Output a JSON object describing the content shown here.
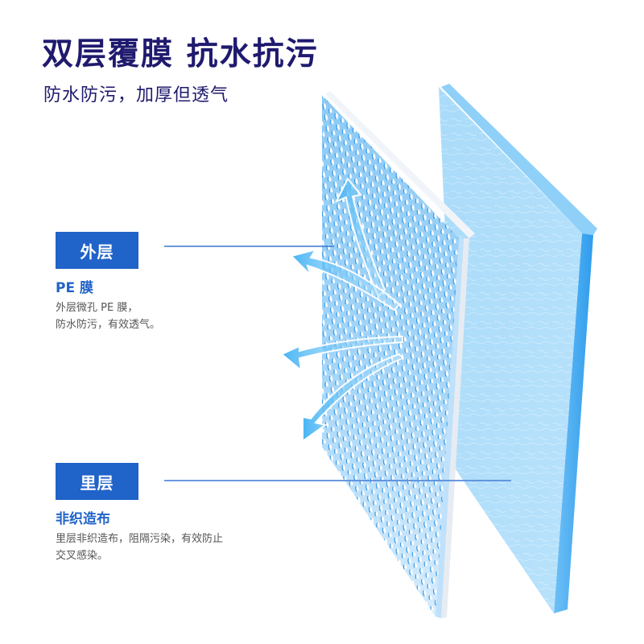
{
  "header": {
    "title": "双层覆膜 抗水抗污",
    "subtitle": "防水防污，加厚但透气"
  },
  "layers": [
    {
      "tag": "外层",
      "material": "PE 膜",
      "desc_line1": "外层微孔 PE 膜，",
      "desc_line2": "防水防污，有效透气。"
    },
    {
      "tag": "里层",
      "material": "非织造布",
      "desc_line1": "里层非织造布，阻隔污染，有效防止",
      "desc_line2": "交叉感染。"
    }
  ],
  "colors": {
    "title": "#1f1a6e",
    "accent": "#2063c9",
    "desc": "#555555",
    "panel_blue": "#9fd3f7",
    "edge_blue": "#45a9f0",
    "leader_line": "#3a76d0"
  },
  "illustration": {
    "front_panel": "perforated-pe-film",
    "back_panel": "nonwoven-fabric",
    "arrows": 5
  }
}
